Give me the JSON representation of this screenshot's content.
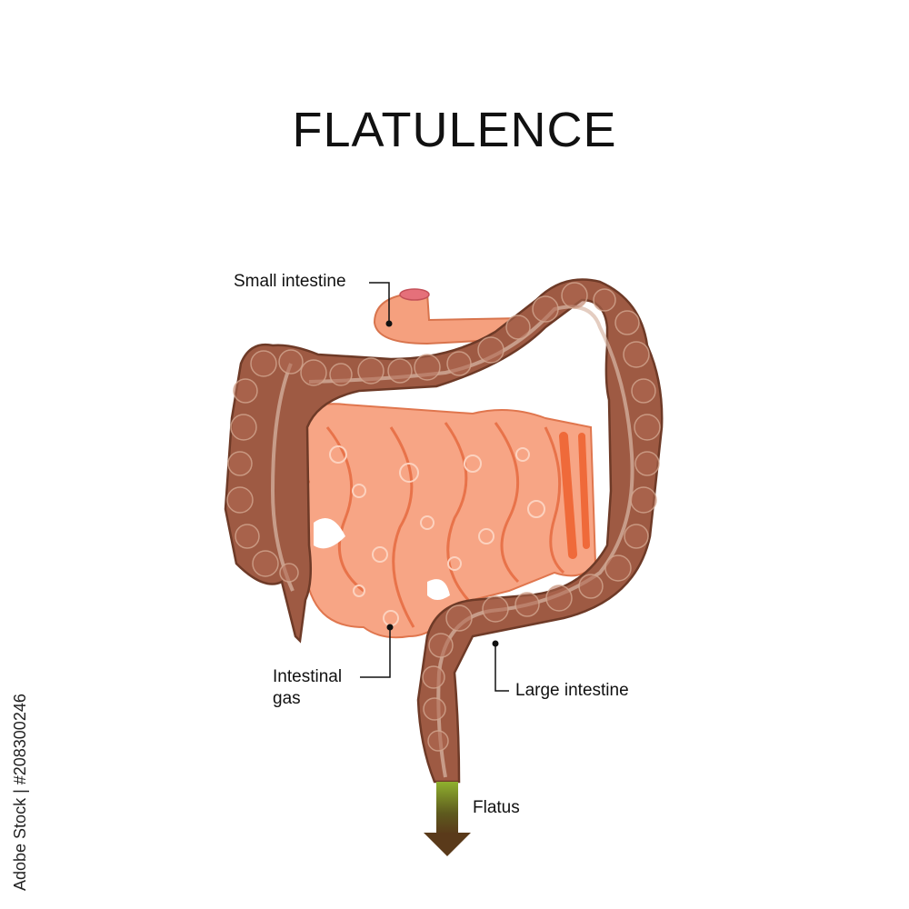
{
  "title": "FLATULENCE",
  "labels": {
    "small_intestine": "Small intestine",
    "intestinal_gas": "Intestinal\ngas",
    "large_intestine": "Large intestine",
    "flatus": "Flatus"
  },
  "watermark": "Adobe Stock | #208300246",
  "colors": {
    "large_intestine": "#9e5a43",
    "large_intestine_dark": "#6e3a27",
    "small_intestine": "#f5a07e",
    "small_intestine_dark": "#e8734a",
    "flatus_green": "#7a9a2a",
    "arrow_brown": "#5a3a1a"
  }
}
